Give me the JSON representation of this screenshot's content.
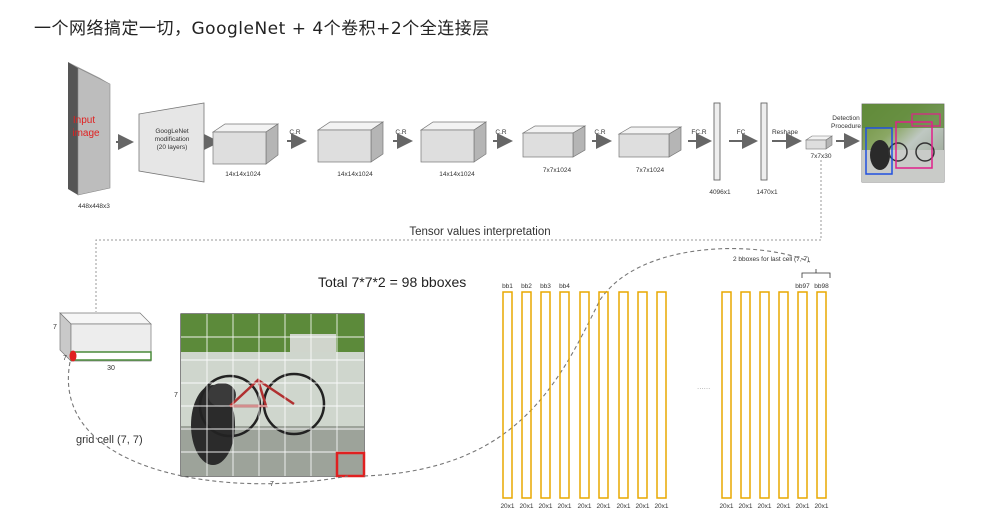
{
  "title": "一个网络搞定一切，GoogleNet + 4个卷积+2个全连接层",
  "input": {
    "label_line1": "Input",
    "label_line2": "image",
    "size": "448x448x3"
  },
  "googlenet": {
    "line1": "GoogLeNet",
    "line2": "modification",
    "line3": "(20 layers)"
  },
  "stages": {
    "cr_labels": [
      "C.R",
      "C.R",
      "C.R",
      "C.R"
    ],
    "block_sizes": [
      "14x14x1024",
      "14x14x1024",
      "14x14x1024",
      "7x7x1024",
      "7x7x1024"
    ],
    "fc1_label": "FC.R",
    "fc1_size": "4096x1",
    "fc2_label": "FC",
    "fc2_size": "1470x1",
    "reshape_label": "Reshape",
    "reshape_size": "7x7x30",
    "detection_line1": "Detection",
    "detection_line2": "Procedure"
  },
  "interpretation": {
    "heading": "Tensor values interpretation",
    "total": "Total 7*7*2 = 98 bboxes",
    "tensor_dim_top": "7",
    "tensor_dim_side": "7",
    "tensor_dim_depth": "30",
    "grid_dim_side": "7",
    "grid_dim_bottom": "7",
    "grid_cell": "grid cell (7, 7)",
    "last_cell_note": "2 bboxes for last cell (7, 7)",
    "ellipsis": "......",
    "bbox_labels_left": [
      "bb1",
      "bb2",
      "bb3",
      "bb4"
    ],
    "bbox_labels_right": [
      "bb97",
      "bb98"
    ],
    "bar_size": "20x1"
  },
  "colors": {
    "bar": "#e8a800",
    "cell_highlight": "#e02020",
    "input_label": "#e02020"
  }
}
